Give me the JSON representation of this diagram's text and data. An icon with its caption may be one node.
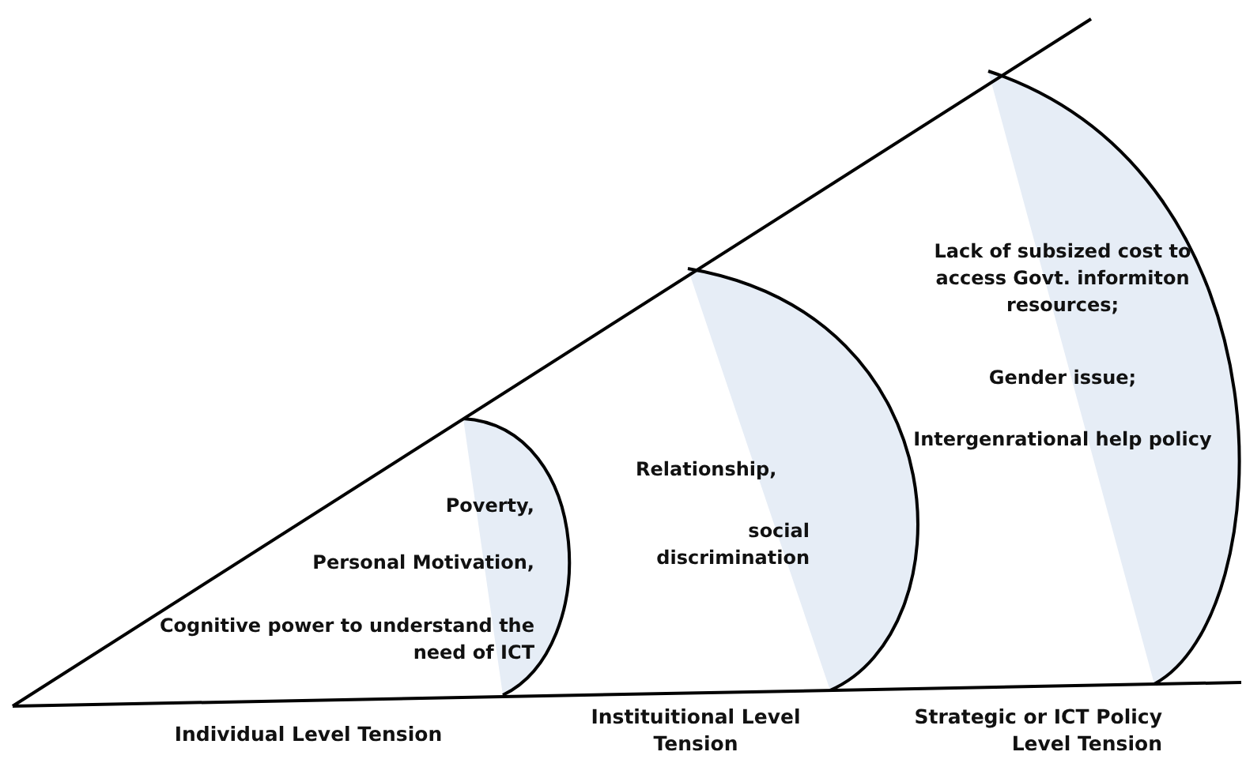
{
  "diagram": {
    "nodes": [
      {
        "text": [
          "Poverty,",
          "Personal Motivation,",
          "Cognitive power to understand the need of ICT"
        ],
        "beside": [
          "Individual Level Tension"
        ]
      },
      {
        "text": [
          "Relationship,",
          "social discrimination"
        ],
        "beside": [
          "Instituitional Level Tension"
        ]
      },
      {
        "text": [
          "Lack of subsized cost to access Govt. informiton resources;",
          "Gender issue;",
          "Intergenrational help policy"
        ],
        "beside": [
          "Strategic or ICT Policy Level Tension"
        ]
      }
    ],
    "edges": []
  }
}
